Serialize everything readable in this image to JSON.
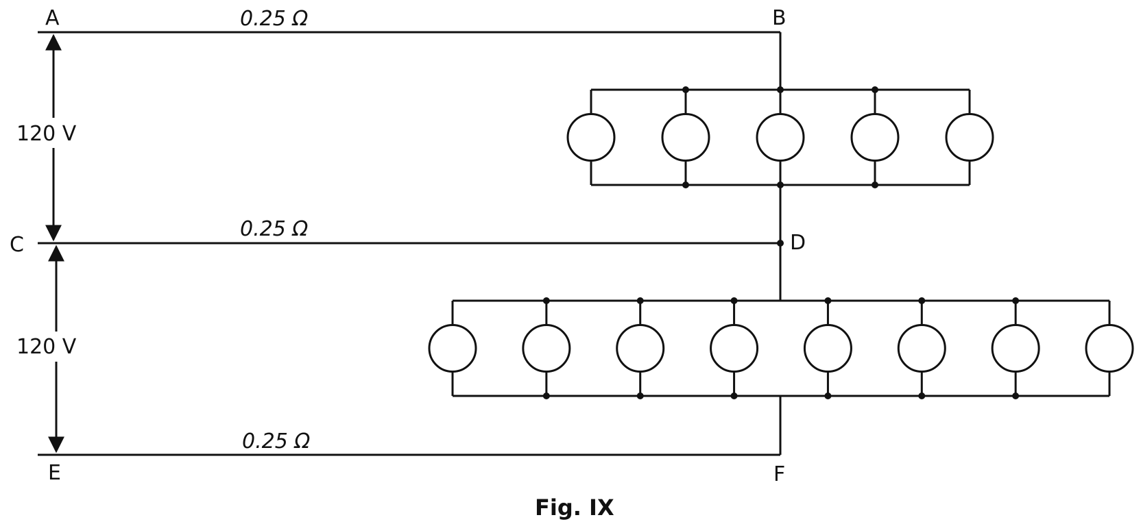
{
  "nodes": {
    "a": "A",
    "b": "B",
    "c": "C",
    "d": "D",
    "e": "E",
    "f": "F"
  },
  "resistances": {
    "ab": "0.25 Ω",
    "cd": "0.25 Ω",
    "ef": "0.25 Ω"
  },
  "voltages": {
    "upper": "120 V",
    "lower": "120 V"
  },
  "lamp_groups": {
    "upper_count": 5,
    "lower_count": 8
  },
  "caption": "Fig. IX"
}
